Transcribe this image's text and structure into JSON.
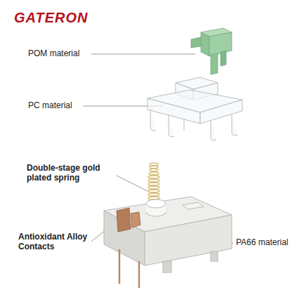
{
  "diagram": {
    "title": "GATERON",
    "labels": [
      "POM material",
      "PC material",
      "Double-stage gold plated spring",
      "Antioxidant Alloy Contacts",
      "PA66 material"
    ]
  }
}
